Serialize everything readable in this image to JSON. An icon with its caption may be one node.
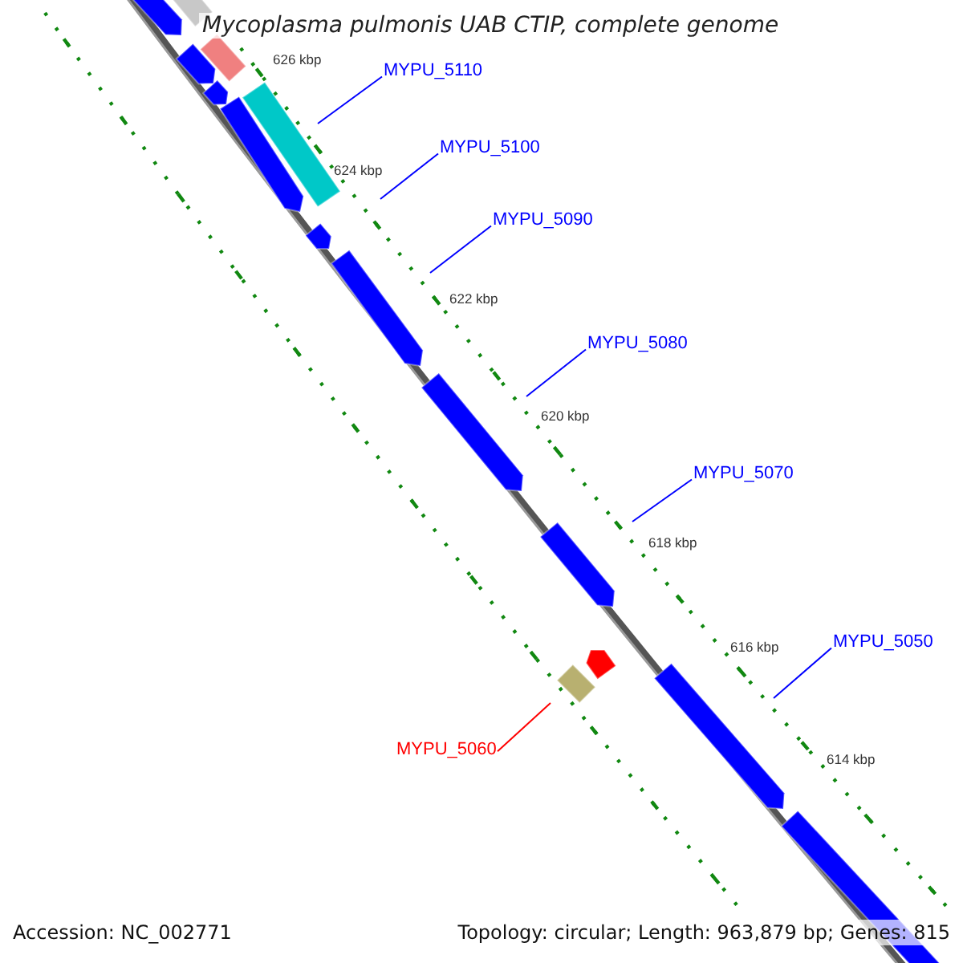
{
  "diagram": {
    "title": "Mycoplasma pulmonis UAB CTIP, complete genome",
    "nodes": [
      {
        "text": [
          "MYPU_5110"
        ]
      },
      {
        "text": [
          "MYPU_5100"
        ]
      },
      {
        "text": [
          "MYPU_5090"
        ]
      },
      {
        "text": [
          "MYPU_5080"
        ]
      },
      {
        "text": [
          "MYPU_5070"
        ]
      },
      {
        "text": [
          "MYPU_5050"
        ]
      },
      {
        "text": [
          "MYPU_5060"
        ]
      }
    ],
    "edges": [
      {
        "from": 0,
        "to": null,
        "arrow": "none"
      },
      {
        "from": 1,
        "to": null,
        "arrow": "none"
      },
      {
        "from": 2,
        "to": null,
        "arrow": "none"
      },
      {
        "from": 3,
        "to": null,
        "arrow": "none"
      },
      {
        "from": 4,
        "to": null,
        "arrow": "none"
      },
      {
        "from": 5,
        "to": null,
        "arrow": "none"
      },
      {
        "from": 6,
        "to": null,
        "arrow": "none",
        "color": "#ff0000"
      }
    ],
    "labels": [
      "626 kbp",
      "624 kbp",
      "622 kbp",
      "620 kbp",
      "618 kbp",
      "616 kbp",
      "614 kbp",
      "Accession: NC_002771",
      "Topology: circular; Length: 963,879 bp; Genes: 815"
    ]
  }
}
